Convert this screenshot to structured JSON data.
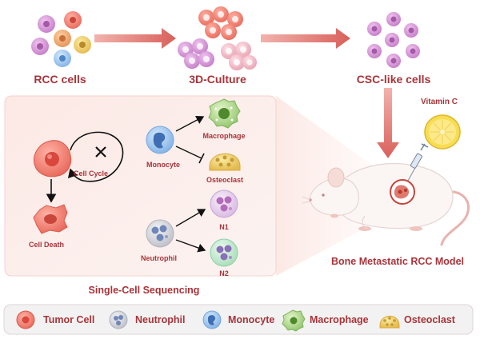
{
  "top": {
    "rcc_cells": "RCC cells",
    "culture_3d": "3D-Culture",
    "csc_like_cells": "CSC-like cells"
  },
  "panel": {
    "title": "Single-Cell Sequencing",
    "cell_cycle": "Cell Cycle",
    "cell_death": "Cell Death",
    "monocyte": "Monocyte",
    "macrophage": "Macrophage",
    "osteoclast": "Osteoclast",
    "neutrophil": "Neutrophil",
    "n1": "N1",
    "n2": "N2"
  },
  "right": {
    "vitamin_c": "Vitamin C",
    "model": "Bone Metastatic RCC Model"
  },
  "legend": {
    "items": [
      "Tumor Cell",
      "Neutrophil",
      "Monocyte",
      "Macrophage",
      "Osteoclast"
    ]
  },
  "colors": {
    "label_red": "#a8343a",
    "arrow_red": "#d9706b",
    "tumor": "#ef7b6b",
    "neutrophil": "#a9bfe0",
    "monocyte": "#9fc3ea",
    "macrophage": "#9ecf7a",
    "osteoclast": "#f4d35e"
  }
}
